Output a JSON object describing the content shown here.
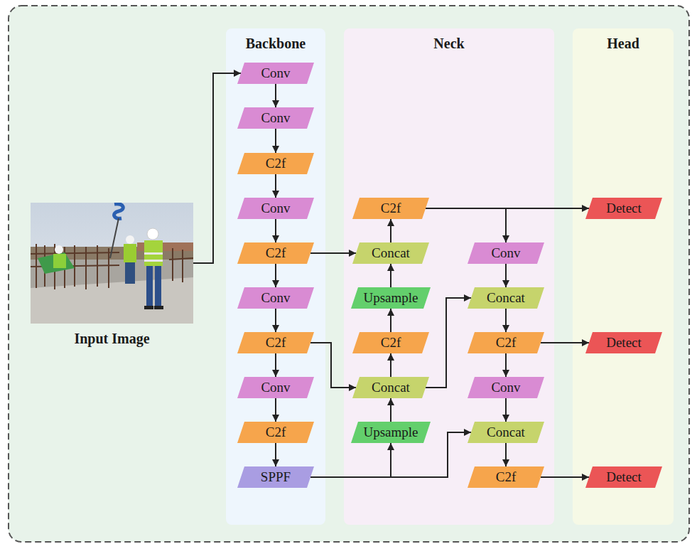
{
  "diagram": {
    "nodes": [
      {
        "text": [
          "Input Image"
        ]
      },
      {
        "text": [
          "Backbone"
        ]
      },
      {
        "text": [
          "Conv"
        ],
        "in": 1
      },
      {
        "text": [
          "Conv"
        ],
        "in": 1
      },
      {
        "text": [
          "C2f"
        ],
        "in": 1
      },
      {
        "text": [
          "Conv"
        ],
        "in": 1
      },
      {
        "text": [
          "C2f"
        ],
        "in": 1
      },
      {
        "text": [
          "Conv"
        ],
        "in": 1
      },
      {
        "text": [
          "C2f"
        ],
        "in": 1
      },
      {
        "text": [
          "Conv"
        ],
        "in": 1
      },
      {
        "text": [
          "C2f"
        ],
        "in": 1
      },
      {
        "text": [
          "SPPF"
        ],
        "in": 1
      },
      {
        "text": [
          "Neck"
        ]
      },
      {
        "text": [
          "C2f"
        ],
        "in": 12
      },
      {
        "text": [
          "Concat"
        ],
        "in": 12
      },
      {
        "text": [
          "Upsample"
        ],
        "in": 12
      },
      {
        "text": [
          "C2f"
        ],
        "in": 12
      },
      {
        "text": [
          "Concat"
        ],
        "in": 12
      },
      {
        "text": [
          "Upsample"
        ],
        "in": 12
      },
      {
        "text": [
          "Conv"
        ],
        "in": 12
      },
      {
        "text": [
          "Concat"
        ],
        "in": 12
      },
      {
        "text": [
          "C2f"
        ],
        "in": 12
      },
      {
        "text": [
          "Conv"
        ],
        "in": 12
      },
      {
        "text": [
          "Concat"
        ],
        "in": 12
      },
      {
        "text": [
          "C2f"
        ],
        "in": 12
      },
      {
        "text": [
          "Head"
        ]
      },
      {
        "text": [
          "Detect"
        ],
        "in": 25
      },
      {
        "text": [
          "Detect"
        ],
        "in": 25
      },
      {
        "text": [
          "Detect"
        ],
        "in": 25
      }
    ],
    "edges": [
      {
        "from": 0,
        "to": 2,
        "arrow": "to"
      },
      {
        "from": 2,
        "to": 3,
        "arrow": "to"
      },
      {
        "from": 3,
        "to": 4,
        "arrow": "to"
      },
      {
        "from": 4,
        "to": 5,
        "arrow": "to"
      },
      {
        "from": 5,
        "to": 6,
        "arrow": "to"
      },
      {
        "from": 6,
        "to": 7,
        "arrow": "to"
      },
      {
        "from": 7,
        "to": 8,
        "arrow": "to"
      },
      {
        "from": 8,
        "to": 9,
        "arrow": "to"
      },
      {
        "from": 9,
        "to": 10,
        "arrow": "to"
      },
      {
        "from": 10,
        "to": 11,
        "arrow": "to"
      },
      {
        "from": 6,
        "to": 14,
        "arrow": "to"
      },
      {
        "from": 8,
        "to": 17,
        "arrow": "to"
      },
      {
        "from": 11,
        "to": 18,
        "arrow": "to"
      },
      {
        "from": 11,
        "to": 23,
        "arrow": "to"
      },
      {
        "from": 18,
        "to": 17,
        "arrow": "to"
      },
      {
        "from": 17,
        "to": 16,
        "arrow": "to"
      },
      {
        "from": 16,
        "to": 15,
        "arrow": "to"
      },
      {
        "from": 15,
        "to": 14,
        "arrow": "to"
      },
      {
        "from": 14,
        "to": 13,
        "arrow": "to"
      },
      {
        "from": 17,
        "to": 20,
        "arrow": "to"
      },
      {
        "from": 13,
        "to": 26,
        "arrow": "to"
      },
      {
        "from": 13,
        "to": 19,
        "arrow": "to"
      },
      {
        "from": 19,
        "to": 20,
        "arrow": "to"
      },
      {
        "from": 20,
        "to": 21,
        "arrow": "to"
      },
      {
        "from": 21,
        "to": 22,
        "arrow": "to"
      },
      {
        "from": 22,
        "to": 23,
        "arrow": "to"
      },
      {
        "from": 23,
        "to": 24,
        "arrow": "to"
      },
      {
        "from": 21,
        "to": 27,
        "arrow": "to"
      },
      {
        "from": 24,
        "to": 28,
        "arrow": "to"
      }
    ]
  }
}
